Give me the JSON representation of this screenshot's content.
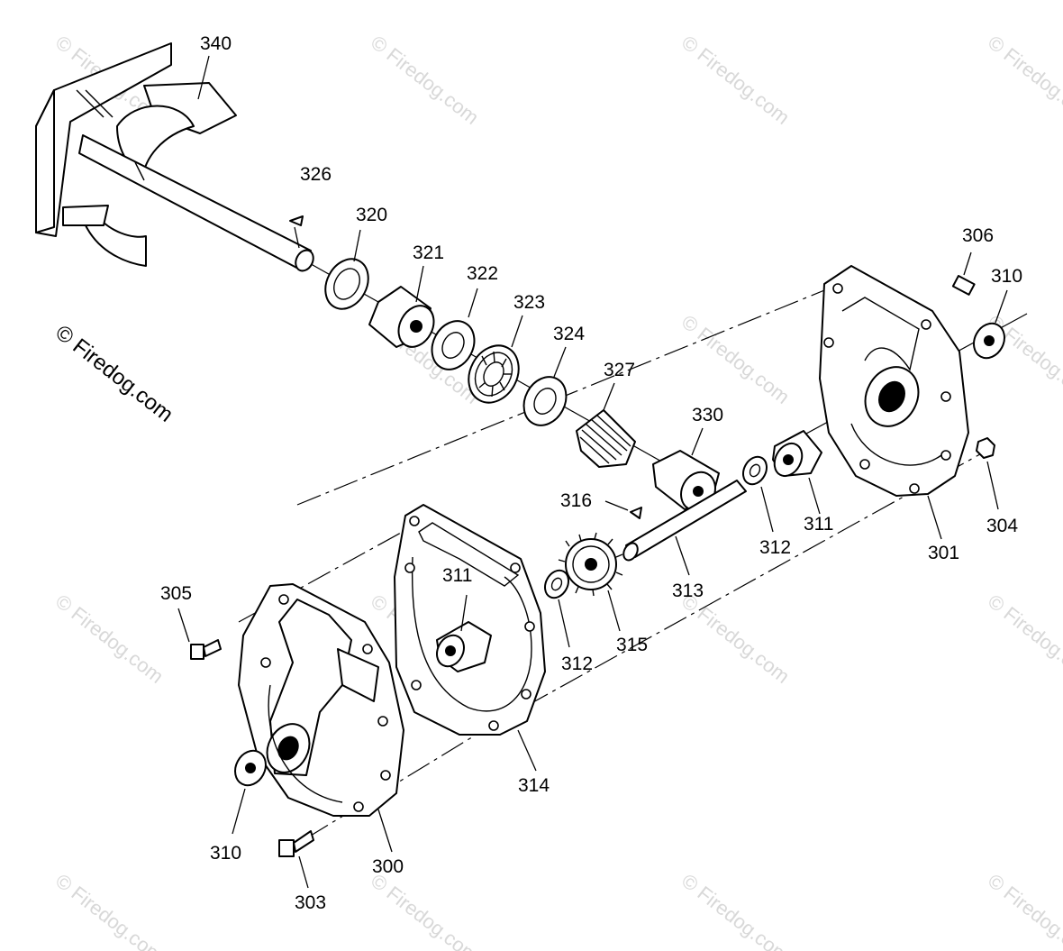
{
  "copyright": "© Firedog.com",
  "watermark": "© Firedog.com",
  "part_labels": [
    "340",
    "326",
    "320",
    "321",
    "322",
    "323",
    "324",
    "327",
    "330",
    "316",
    "306",
    "310",
    "311",
    "312",
    "313",
    "315",
    "304",
    "301",
    "305",
    "314",
    "300",
    "303"
  ]
}
